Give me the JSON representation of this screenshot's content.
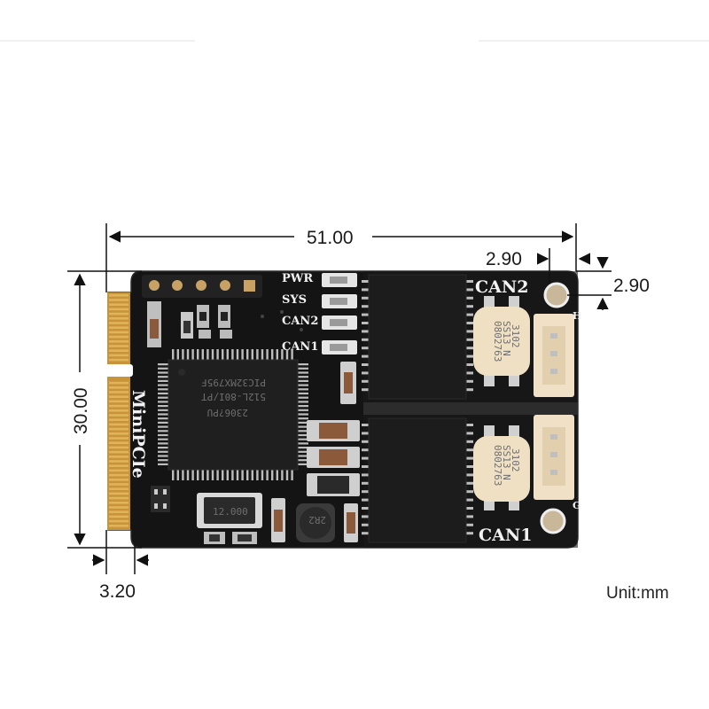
{
  "dimensions": {
    "width": "51.00",
    "height": "30.00",
    "hole_offset_x": "2.90",
    "hole_offset_y": "2.90",
    "edge_connector": "3.20",
    "unit": "Unit:mm"
  },
  "board": {
    "leds": [
      "PWR",
      "SYS",
      "CAN2",
      "CAN1"
    ],
    "port_top": "CAN2",
    "port_bottom": "CAN1",
    "interface": "MiniPCIe",
    "mcu_marking": [
      "PIC32MX795F",
      "512L-80I/PT",
      "2306?PU"
    ],
    "inductor_marking": "2R2",
    "transformer_marking": [
      "0802763",
      "SS13 N",
      "3102"
    ],
    "crystal_marking": "12.000",
    "side_text": [
      "H",
      "G"
    ]
  }
}
